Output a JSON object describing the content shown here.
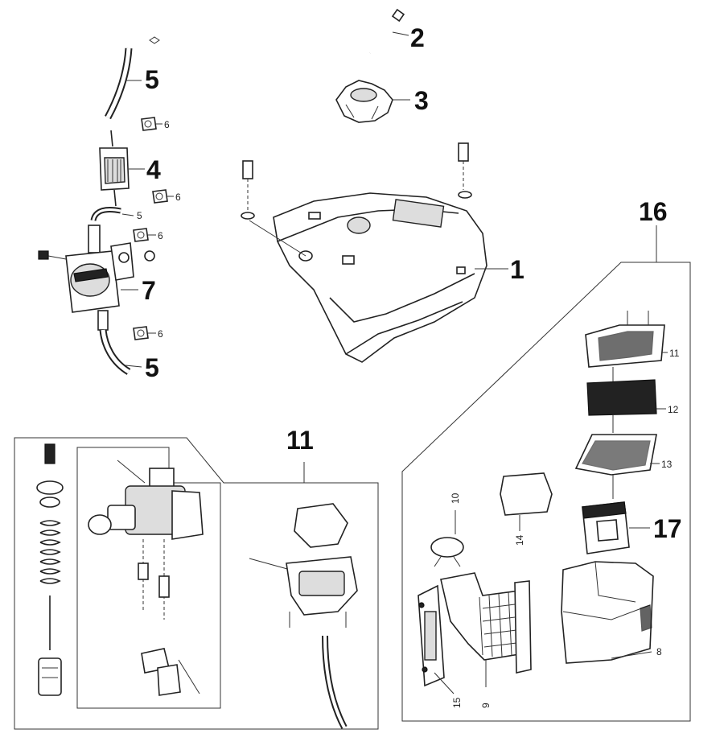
{
  "labels": {
    "l1": "1",
    "l2": "2",
    "l3": "3",
    "l4": "4",
    "l5a": "5",
    "l5b": "5",
    "l5c": "5",
    "l6a": "6",
    "l6b": "6",
    "l6c": "6",
    "l6d": "6",
    "l7": "7",
    "l11": "11",
    "l16": "16",
    "l17": "17",
    "s8": "8",
    "s9": "9",
    "s10": "10",
    "s11": "11",
    "s12": "12",
    "s13": "13",
    "s14": "14",
    "s15": "15"
  }
}
